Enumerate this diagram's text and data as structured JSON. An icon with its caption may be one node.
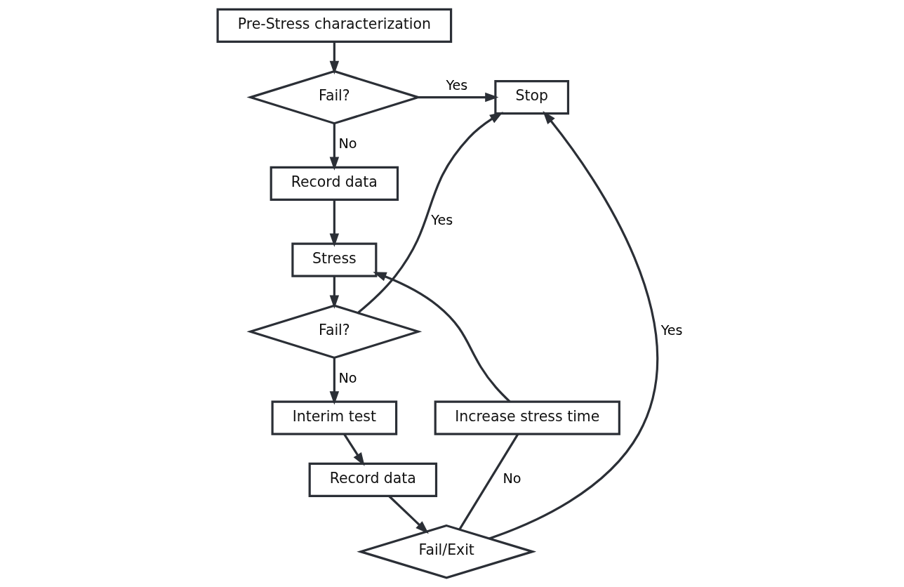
{
  "diagram": {
    "nodes": [
      {
        "text": [
          "Pre-Stress characterization"
        ]
      },
      {
        "text": [
          "Fail?"
        ]
      },
      {
        "text": [
          "Stop"
        ]
      },
      {
        "text": [
          "Record data"
        ]
      },
      {
        "text": [
          "Stress"
        ]
      },
      {
        "text": [
          "Fail?"
        ]
      },
      {
        "text": [
          "Increase stress time"
        ]
      },
      {
        "text": [
          "Interim test"
        ]
      },
      {
        "text": [
          "Record data"
        ]
      },
      {
        "text": [
          "Fail/Exit"
        ]
      }
    ],
    "edges": [
      {
        "from": 0,
        "to": 1,
        "arrow": "to"
      },
      {
        "from": 1,
        "to": 2,
        "arrow": "to",
        "label": "Yes"
      },
      {
        "from": 1,
        "to": 3,
        "arrow": "to",
        "label": "No"
      },
      {
        "from": 3,
        "to": 4,
        "arrow": "to"
      },
      {
        "from": 4,
        "to": 5,
        "arrow": "to"
      },
      {
        "from": 5,
        "to": 2,
        "arrow": "to",
        "label": "Yes"
      },
      {
        "from": 5,
        "to": 7,
        "arrow": "to",
        "label": "No"
      },
      {
        "from": 7,
        "to": 8,
        "arrow": "to"
      },
      {
        "from": 8,
        "to": 9,
        "arrow": "to"
      },
      {
        "from": 9,
        "to": 6,
        "arrow": "none",
        "label": "No"
      },
      {
        "from": 6,
        "to": 4,
        "arrow": "to"
      },
      {
        "from": 9,
        "to": 2,
        "arrow": "to",
        "label": "Yes"
      }
    ]
  }
}
